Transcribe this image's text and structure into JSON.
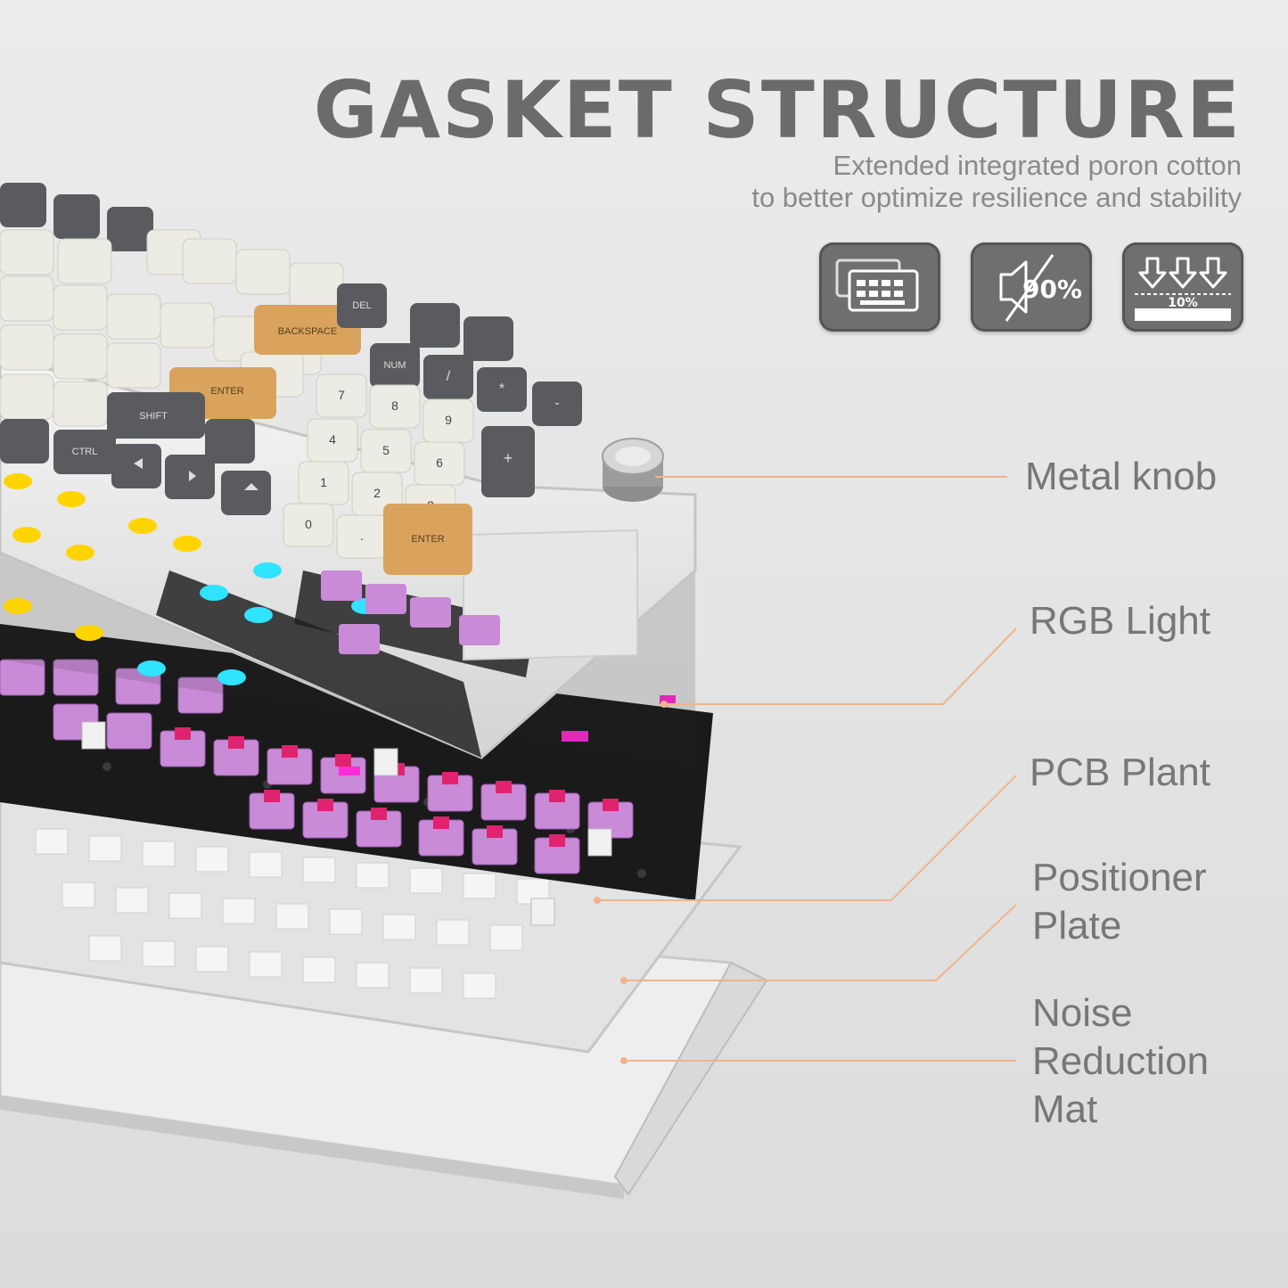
{
  "header": {
    "title": "GASKET STRUCTURE",
    "subtitle_line1": "Extended integrated poron cotton",
    "subtitle_line2": "to better optimize resilience and stability"
  },
  "badges": [
    {
      "icon": "stacked-plates-icon"
    },
    {
      "icon": "muted-speaker-icon",
      "text": "90%"
    },
    {
      "icon": "down-arrows-icon",
      "text": "10%"
    }
  ],
  "callouts": {
    "metal_knob": "Metal knob",
    "rgb_light": "RGB Light",
    "pcb_plant": "PCB Plant",
    "positioner_line1": "Positioner",
    "positioner_line2": "Plate",
    "noise_line1": "Noise",
    "noise_line2": "Reduction",
    "noise_line3": "Mat"
  },
  "keycaps": {
    "backspace": "BACKSPACE",
    "enter": "ENTER",
    "shift": "SHIFT",
    "ctrl": "CTRL",
    "del": "DEL",
    "num": "NUM",
    "slash": "/",
    "star": "*",
    "minus": "-",
    "plus": "+",
    "n7": "7",
    "n8": "8",
    "n9": "9",
    "n4": "4",
    "n5": "5",
    "n6": "6",
    "n1": "1",
    "n2": "2",
    "n3": "3",
    "n0": "0",
    "dot": ".",
    "num_enter": "ENTER"
  },
  "colors": {
    "accent_line": "#f0b38c",
    "key_dark": "#5a5b5e",
    "key_cream": "#ecebe4",
    "key_orange": "#d9a35e",
    "switch_pink": "#c98ad8",
    "rgb_magenta": "#ff2bd6"
  }
}
